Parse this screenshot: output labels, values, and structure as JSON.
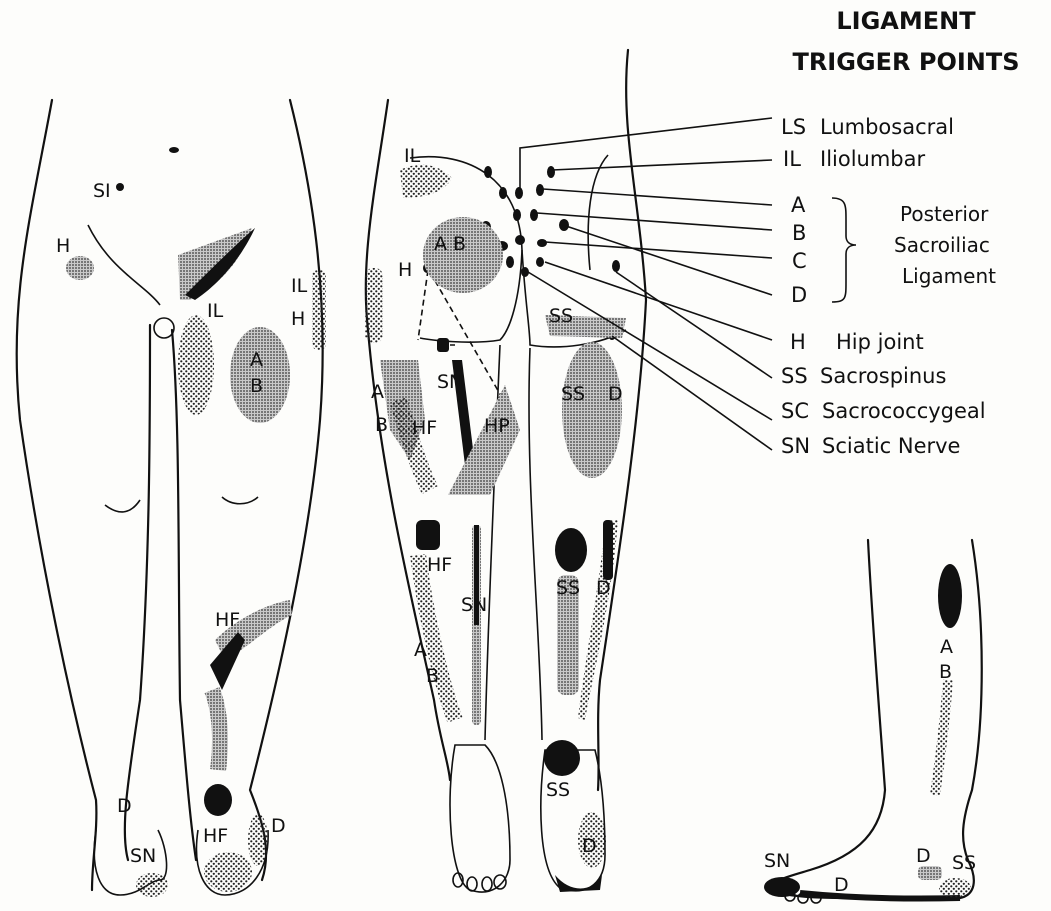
{
  "title": {
    "line1": "LIGAMENT",
    "line2": "TRIGGER POINTS"
  },
  "legend": {
    "items": [
      {
        "abbr": "LS",
        "name": "Lumbosacral"
      },
      {
        "abbr": "IL",
        "name": "Iliolumbar"
      },
      {
        "abbr": "A",
        "name": ""
      },
      {
        "abbr": "B",
        "name": ""
      },
      {
        "abbr": "C",
        "name": ""
      },
      {
        "abbr": "D",
        "name": ""
      },
      {
        "abbr": "H",
        "name": "Hip joint"
      },
      {
        "abbr": "SS",
        "name": "Sacrospinus"
      },
      {
        "abbr": "SC",
        "name": "Sacrococcygeal"
      },
      {
        "abbr": "SN",
        "name": "Sciatic Nerve"
      }
    ],
    "group_label": {
      "line1": "Posterior",
      "line2": "Sacroiliac",
      "line3": "Ligament"
    }
  },
  "front_view": {
    "labels": {
      "si": "SI",
      "h": "H",
      "il_groin": "IL",
      "il_side": "IL",
      "h_side": "H",
      "a": "A",
      "b": "B",
      "hf_calf": "HF",
      "d_left_foot": "D",
      "sn_foot": "SN",
      "hf_foot": "HF",
      "d_right_foot": "D"
    }
  },
  "back_view": {
    "labels": {
      "il": "IL",
      "ab": "A B",
      "h": "H",
      "ss_hip": "SS",
      "sn_thigh": "SN",
      "a_thigh": "A",
      "b_thigh": "B",
      "hf_thigh": "HF",
      "hp": "HP",
      "ss_thigh": "SS",
      "d_thigh": "D",
      "hf_calf": "HF",
      "sn_calf": "SN",
      "ss_calf": "SS",
      "d_calf": "D",
      "a_calf": "A",
      "b_calf": "B",
      "ss_heel": "SS",
      "d_heel": "D"
    }
  },
  "side_view": {
    "labels": {
      "a": "A",
      "b": "B",
      "sn": "SN",
      "d_ankle": "D",
      "ss": "SS",
      "d_sole": "D"
    }
  }
}
